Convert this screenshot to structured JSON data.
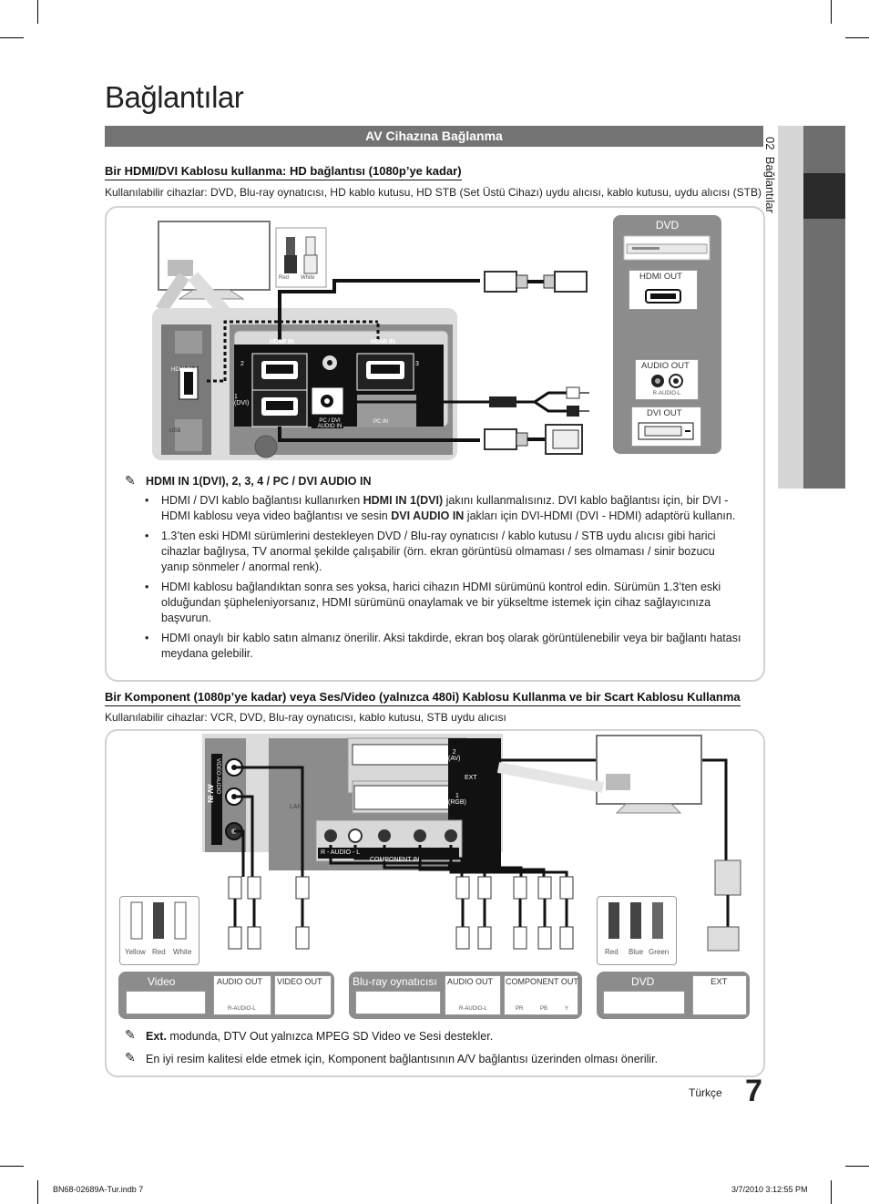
{
  "page_title": "Bağlantılar",
  "section_title": "AV Cihazına Bağlanma",
  "side_tab": {
    "number": "02",
    "label": "Bağlantılar"
  },
  "hdmi": {
    "heading": "Bir HDMI/DVI Kablosu kullanma: HD bağlantısı (1080p’ye kadar)",
    "devices": "Kullanılabilir cihazlar: DVD, Blu-ray oynatıcısı, HD kablo kutusu, HD STB (Set Üstü Cihazı) uydu alıcısı, kablo kutusu, uydu alıcısı (STB)",
    "diagram": {
      "rca_labels": [
        "Red",
        "White"
      ],
      "tv_ports": {
        "hdmi_in_1": "HDMI IN",
        "hdmi_in_2": "HDMI IN",
        "num_2": "2",
        "num_3": "3",
        "dvi": "1\n(DVI)",
        "pc_dvi_audio": "PC / DVI AUDIO IN",
        "pc_in": "PC IN",
        "side_hdmi": "HDMI IN 4",
        "side_usb": "USB"
      },
      "dvd_title": "DVD",
      "hdmi_out": "HDMI OUT",
      "audio_out": "AUDIO OUT",
      "audio_sub": "R-AUDIO-L",
      "dvi_out": "DVI OUT"
    },
    "note_head": "HDMI IN 1(DVI), 2, 3, 4 / PC / DVI AUDIO IN",
    "bullets": [
      {
        "pre": "HDMI / DVI kablo bağlantısı kullanırken ",
        "b1": "HDMI IN 1(DVI)",
        "mid": " jakını kullanmalısınız. DVI kablo bağlantısı için, bir DVI - HDMI kablosu veya video bağlantısı ve sesin ",
        "b2": "DVI AUDIO IN",
        "post": " jakları için DVI-HDMI (DVI - HDMI) adaptörü kullanın."
      },
      {
        "text": "1.3’ten eski HDMI sürümlerini destekleyen DVD / Blu-ray oynatıcısı / kablo kutusu / STB uydu alıcısı gibi harici cihazlar bağlıysa, TV anormal şekilde çalışabilir (örn. ekran görüntüsü olmaması / ses olmaması / sinir bozucu yanıp sönmeler / anormal renk)."
      },
      {
        "text": "HDMI kablosu bağlandıktan sonra ses yoksa, harici cihazın HDMI sürümünü kontrol edin. Sürümün 1.3’ten eski olduğundan şüpheleniyorsanız, HDMI sürümünü onaylamak ve bir yükseltme istemek için cihaz sağlayıcınıza başvurun."
      },
      {
        "text": "HDMI onaylı bir kablo satın almanız önerilir. Aksi takdirde, ekran boş olarak görüntülenebilir veya bir bağlantı hatası meydana gelebilir."
      }
    ]
  },
  "component": {
    "heading": "Bir Komponent (1080p’ye kadar) veya Ses/Video (yalnızca 480i) Kablosu Kullanma ve bir Scart Kablosu Kullanma",
    "devices": "Kullanılabilir cihazlar: VCR, DVD, Blu-ray oynatıcısı, kablo kutusu, STB uydu alıcısı",
    "diagram": {
      "av_in": "AV IN",
      "av_sub": "VIDEO  AUDIO",
      "component_in": "COMPONENT IN",
      "component_audio": "R - AUDIO - L",
      "ext": "EXT",
      "ext_1": "1\n(RGB)",
      "ext_2": "2\n(AV)",
      "lan": "LAN",
      "left_rca": [
        "Yellow",
        "Red",
        "White"
      ],
      "right_rca": [
        "Red",
        "Blue",
        "Green"
      ],
      "dev_video": "Video",
      "dev_bluray": "Blu-ray oynatıcısı",
      "dev_dvd": "DVD",
      "audio_out": "AUDIO OUT",
      "video_out": "VIDEO OUT",
      "component_out": "COMPONENT OUT",
      "ext_port": "EXT",
      "audio_sub": "R-AUDIO-L",
      "pr": "PR",
      "pb": "PB",
      "y": "Y"
    },
    "notes": [
      {
        "bold": "Ext.",
        "text": " modunda, DTV Out yalnızca MPEG SD Video ve Sesi destekler."
      },
      {
        "bold": "",
        "text": "En iyi resim kalitesi elde etmek için, Komponent bağlantısının A/V bağlantısı üzerinden olması önerilir."
      }
    ]
  },
  "footer": {
    "language": "Türkçe",
    "page": "7",
    "file": "BN68-02689A-Tur.indb   7",
    "date": "3/7/2010   3:12:55 PM"
  },
  "colors": {
    "bar": "#737373",
    "panel_border": "#d2d2d2",
    "device_box": "#8c8c8c"
  }
}
